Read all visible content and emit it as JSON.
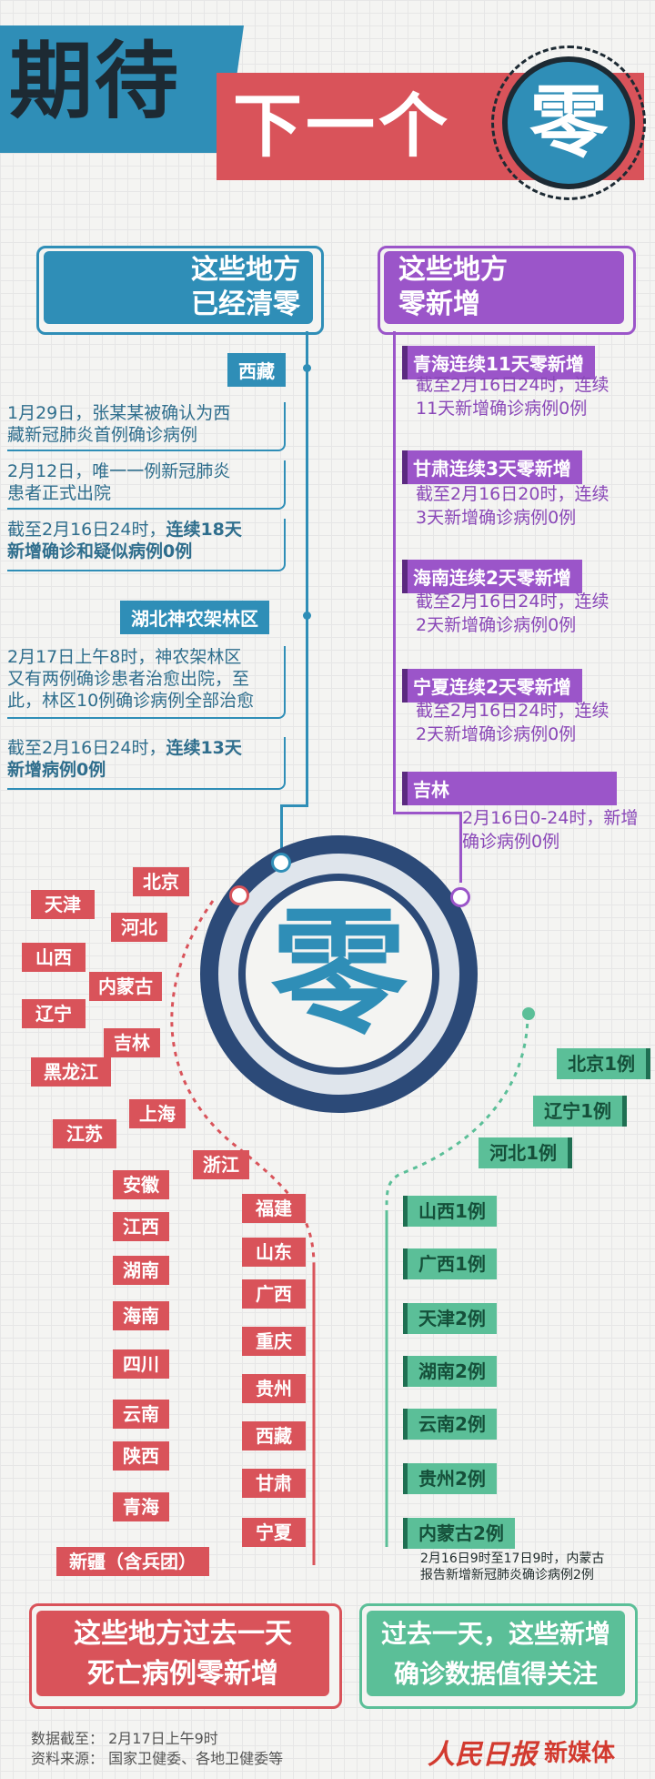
{
  "header": {
    "left": "期待",
    "right": "下一个",
    "circle": "零"
  },
  "blue": {
    "title": [
      "这些地方",
      "已经清零"
    ],
    "xizang": {
      "tag": "西藏",
      "p1": [
        "1月29日，张某某被确认为西",
        "藏新冠肺炎首例确诊病例"
      ],
      "p2": [
        "2月12日，唯一一例新冠肺炎",
        "患者正式出院"
      ],
      "p3_a": "截至2月16日24时，",
      "p3_b": "连续18天",
      "p3_c": "新增确诊和疑似病例0例"
    },
    "hubei": {
      "tag": "湖北神农架林区",
      "p1": [
        "2月17日上午8时，神农架林区",
        "又有两例确诊患者治愈出院，至",
        "此，林区10例确诊病例全部治愈"
      ],
      "p2_a": "截至2月16日24时，",
      "p2_b": "连续13天",
      "p2_c": "新增病例0例"
    }
  },
  "purple": {
    "title": [
      "这些地方",
      "零新增"
    ],
    "items": [
      {
        "tag": "青海连续11天零新增",
        "text": [
          "截至2月16日24时，连续",
          "11天新增确诊病例0例"
        ]
      },
      {
        "tag": "甘肃连续3天零新增",
        "text": [
          "截至2月16日20时，连续",
          "3天新增确诊病例0例"
        ]
      },
      {
        "tag": "海南连续2天零新增",
        "text": [
          "截至2月16日24时，连续",
          "2天新增确诊病例0例"
        ]
      },
      {
        "tag": "宁夏连续2天零新增",
        "text": [
          "截至2月16日24时，连续",
          "2天新增确诊病例0例"
        ]
      },
      {
        "tag": "吉林",
        "text": [
          "2月16日0-24时，新增",
          "确诊病例0例"
        ]
      }
    ]
  },
  "center": {
    "text": "零"
  },
  "red": {
    "items": [
      "北京",
      "天津",
      "河北",
      "山西",
      "内蒙古",
      "辽宁",
      "吉林",
      "黑龙江",
      "上海",
      "江苏",
      "浙江",
      "安徽",
      "福建",
      "江西",
      "山东",
      "湖南",
      "广西",
      "海南",
      "重庆",
      "四川",
      "贵州",
      "云南",
      "西藏",
      "陕西",
      "甘肃",
      "青海",
      "宁夏",
      "新疆（含兵团）"
    ]
  },
  "green": {
    "items": [
      "北京1例",
      "辽宁1例",
      "河北1例",
      "山西1例",
      "广西1例",
      "天津2例",
      "湖南2例",
      "云南2例",
      "贵州2例",
      "内蒙古2例"
    ],
    "note": [
      "2月16日9时至17日9时，内蒙古",
      "报告新增新冠肺炎确诊病例2例"
    ]
  },
  "bottom": {
    "red": [
      "这些地方过去一天",
      "死亡病例零新增"
    ],
    "green": [
      "过去一天，这些新增",
      "确诊数据值得关注"
    ]
  },
  "footer": {
    "line1": "数据截至：  2月17日上午9时",
    "line2": "资料来源：  国家卫健委、各地卫健委等",
    "logo": "人民日报",
    "logo2": "新媒体"
  },
  "colors": {
    "blue": "#2f8eb7",
    "red": "#d9535a",
    "purple": "#9b55c9",
    "green": "#5bbf98",
    "navy": "#2c4a78"
  }
}
